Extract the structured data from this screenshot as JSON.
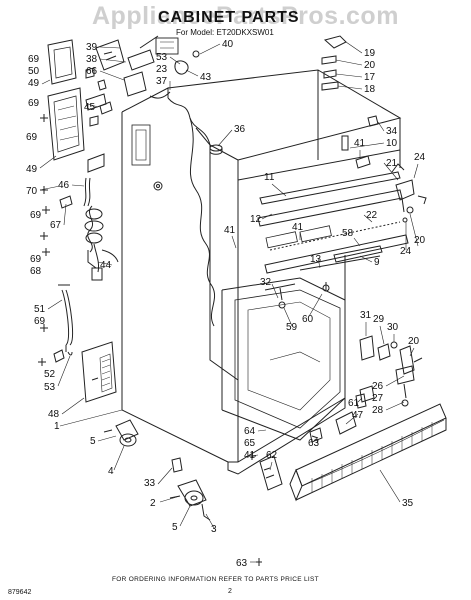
{
  "watermark": "AppliancePartsPros.com",
  "title": "CABINET PARTS",
  "model_prefix": "For Model:",
  "model_number": "ET20DKXSW01",
  "footer_info": "FOR ORDERING INFORMATION REFER TO PARTS PRICE LIST",
  "doc_number": "879642",
  "page_number": "2",
  "callouts": [
    {
      "id": "c39",
      "label": "39"
    },
    {
      "id": "c38",
      "label": "38"
    },
    {
      "id": "c66a",
      "label": "66"
    },
    {
      "id": "c69a",
      "label": "69"
    },
    {
      "id": "c50",
      "label": "50"
    },
    {
      "id": "c49a",
      "label": "49"
    },
    {
      "id": "c69b",
      "label": "69"
    },
    {
      "id": "c45",
      "label": "45"
    },
    {
      "id": "c69c",
      "label": "69"
    },
    {
      "id": "c49b",
      "label": "49"
    },
    {
      "id": "c70",
      "label": "70"
    },
    {
      "id": "c46",
      "label": "46"
    },
    {
      "id": "c69d",
      "label": "69"
    },
    {
      "id": "c67",
      "label": "67"
    },
    {
      "id": "c69e",
      "label": "69"
    },
    {
      "id": "c68",
      "label": "68"
    },
    {
      "id": "c44",
      "label": "44"
    },
    {
      "id": "c51",
      "label": "51"
    },
    {
      "id": "c69f",
      "label": "69"
    },
    {
      "id": "c52",
      "label": "52"
    },
    {
      "id": "c53a",
      "label": "53"
    },
    {
      "id": "c48",
      "label": "48"
    },
    {
      "id": "c1",
      "label": "1"
    },
    {
      "id": "c5a",
      "label": "5"
    },
    {
      "id": "c4",
      "label": "4"
    },
    {
      "id": "c33",
      "label": "33"
    },
    {
      "id": "c2",
      "label": "2"
    },
    {
      "id": "c5b",
      "label": "5"
    },
    {
      "id": "c3",
      "label": "3"
    },
    {
      "id": "c63a",
      "label": "63"
    },
    {
      "id": "c40",
      "label": "40"
    },
    {
      "id": "c53b",
      "label": "53"
    },
    {
      "id": "c23",
      "label": "23"
    },
    {
      "id": "c37",
      "label": "37"
    },
    {
      "id": "c43",
      "label": "43"
    },
    {
      "id": "c19",
      "label": "19"
    },
    {
      "id": "c20a",
      "label": "20"
    },
    {
      "id": "c17",
      "label": "17"
    },
    {
      "id": "c18",
      "label": "18"
    },
    {
      "id": "c36",
      "label": "36"
    },
    {
      "id": "c34",
      "label": "34"
    },
    {
      "id": "c10",
      "label": "10"
    },
    {
      "id": "c41a",
      "label": "41"
    },
    {
      "id": "c21",
      "label": "21"
    },
    {
      "id": "c24a",
      "label": "24"
    },
    {
      "id": "c11",
      "label": "11"
    },
    {
      "id": "c12",
      "label": "12"
    },
    {
      "id": "c41b",
      "label": "41"
    },
    {
      "id": "c22",
      "label": "22"
    },
    {
      "id": "c58",
      "label": "58"
    },
    {
      "id": "c24b",
      "label": "24"
    },
    {
      "id": "c20b",
      "label": "20"
    },
    {
      "id": "c41c",
      "label": "41"
    },
    {
      "id": "c13",
      "label": "13"
    },
    {
      "id": "c9",
      "label": "9"
    },
    {
      "id": "c32",
      "label": "32"
    },
    {
      "id": "c59",
      "label": "59"
    },
    {
      "id": "c60",
      "label": "60"
    },
    {
      "id": "c31",
      "label": "31"
    },
    {
      "id": "c29",
      "label": "29"
    },
    {
      "id": "c30",
      "label": "30"
    },
    {
      "id": "c20c",
      "label": "20"
    },
    {
      "id": "c26",
      "label": "26"
    },
    {
      "id": "c27",
      "label": "27"
    },
    {
      "id": "c28",
      "label": "28"
    },
    {
      "id": "c61",
      "label": "61"
    },
    {
      "id": "c47",
      "label": "47"
    },
    {
      "id": "c64",
      "label": "64"
    },
    {
      "id": "c65",
      "label": "65"
    },
    {
      "id": "c41d",
      "label": "41"
    },
    {
      "id": "c63b",
      "label": "63"
    },
    {
      "id": "c62",
      "label": "62"
    },
    {
      "id": "c35",
      "label": "35"
    }
  ]
}
